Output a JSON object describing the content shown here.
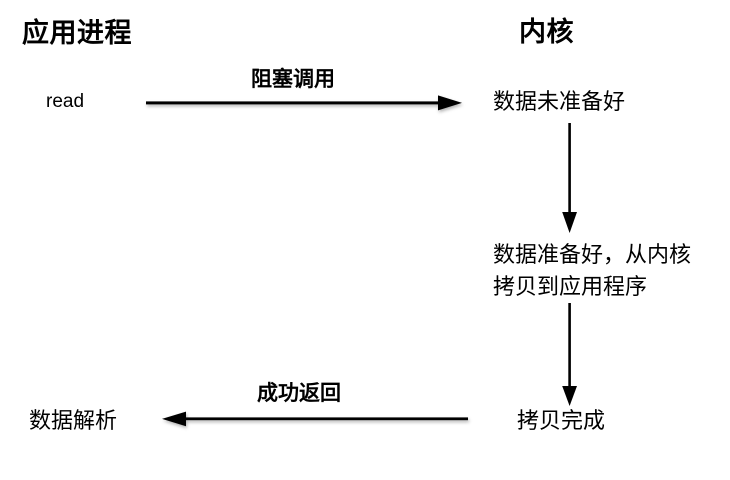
{
  "diagram": {
    "type": "blocking-io-sequence-diagram",
    "background_color": "#ffffff",
    "stroke_color": "#000000",
    "columns": {
      "left_title": "应用进程",
      "right_title": "内核"
    },
    "nodes": {
      "read_call": "read",
      "kernel_not_ready": "数据未准备好",
      "kernel_ready_line1": "数据准备好，从内核",
      "kernel_ready_line2": "拷贝到应用程序",
      "copy_done": "拷贝完成",
      "data_parse": "数据解析"
    },
    "arrows": {
      "blocking_call_label": "阻塞调用",
      "success_return_label": "成功返回"
    }
  }
}
